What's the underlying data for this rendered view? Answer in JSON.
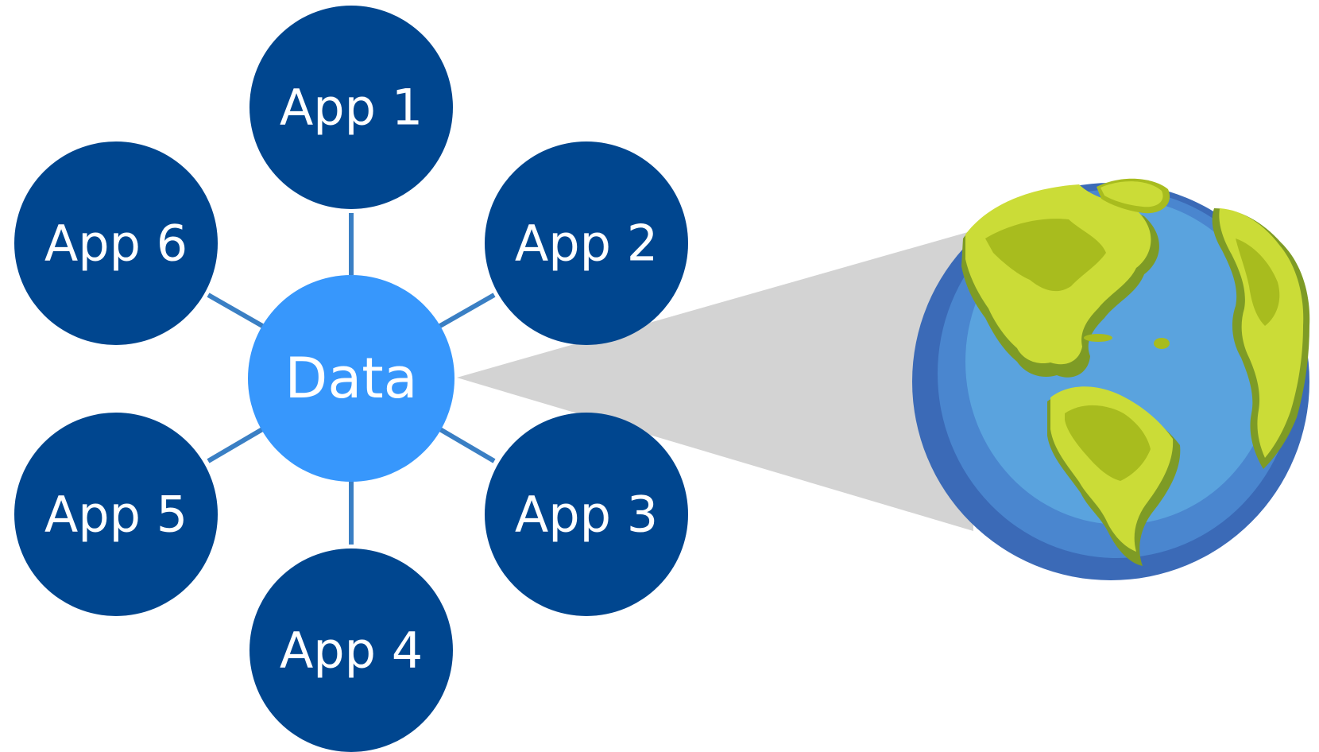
{
  "diagram": {
    "hub": {
      "label": "Data"
    },
    "apps": [
      {
        "label": "App 1"
      },
      {
        "label": "App 2"
      },
      {
        "label": "App 3"
      },
      {
        "label": "App 4"
      },
      {
        "label": "App 5"
      },
      {
        "label": "App 6"
      }
    ],
    "globe_icon": "earth-globe-icon"
  },
  "colors": {
    "app_node": "#00468f",
    "hub_node": "#3797fc",
    "connector": "#3a7fc4",
    "projection": "#d3d3d3",
    "ocean_dark": "#3b6ab7",
    "ocean_light": "#5aa3de",
    "land_light": "#cbdc37",
    "land_dark": "#a8bc1e",
    "land_shadow": "#7e9b25"
  }
}
